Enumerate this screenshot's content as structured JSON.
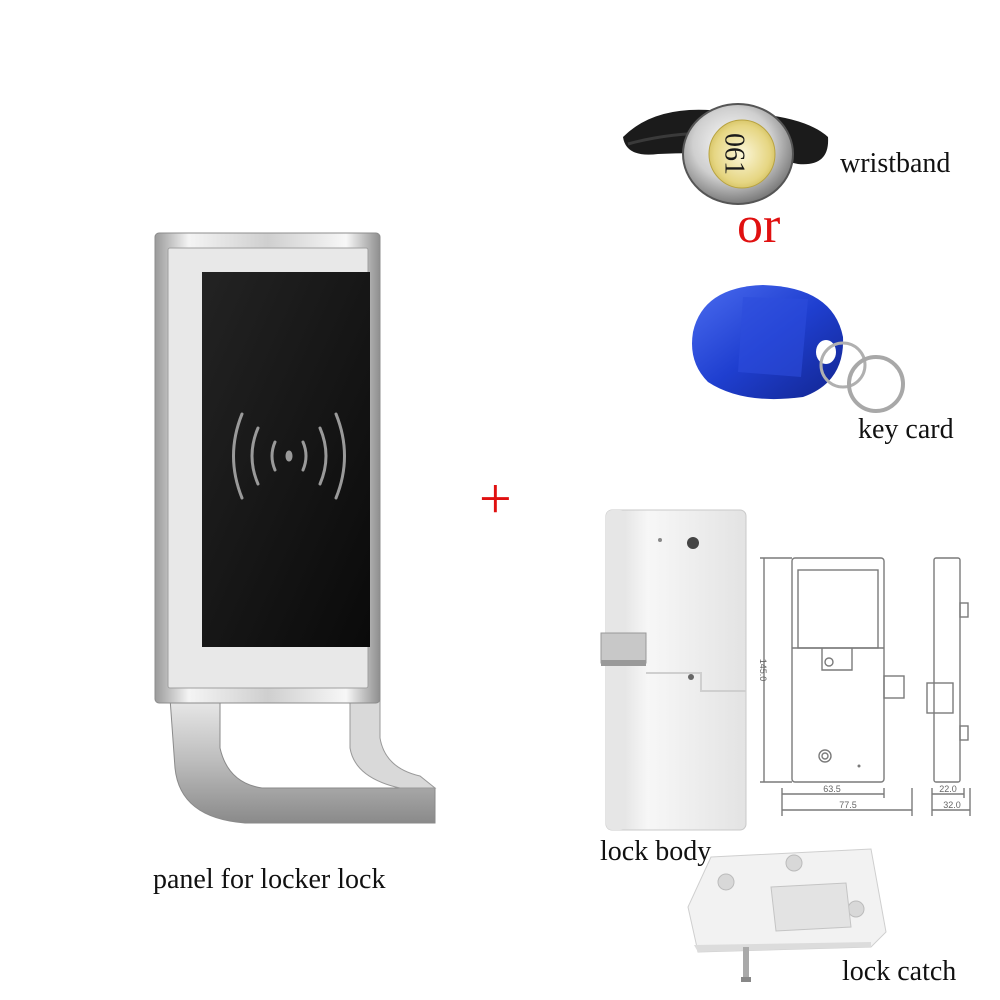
{
  "labels": {
    "panel": "panel for locker lock",
    "wristband": "wristband",
    "or": "or",
    "key_card": "key card",
    "plus": "+",
    "lock_body": "lock body",
    "lock_catch": "lock catch"
  },
  "wristband_number": "061",
  "dimensions": {
    "height": "145.0",
    "width_inner": "63.5",
    "width_outer": "77.5",
    "depth_inner": "22.0",
    "depth_outer": "32.0"
  },
  "colors": {
    "accent_red": "#e01010",
    "panel_black": "#141414",
    "keyfob_blue": "#1f3fd0",
    "lock_white": "#f2f2f2"
  }
}
